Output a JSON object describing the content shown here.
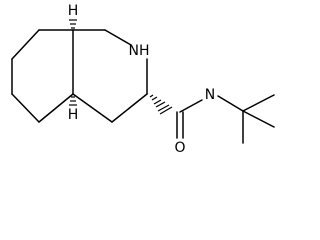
{
  "molecule": {
    "atoms": {
      "nh": "NH",
      "n_amide": "N",
      "o": "O",
      "h_top": "H",
      "h_bottom": "H"
    },
    "stereo_bonds": "hashed-wedge"
  }
}
